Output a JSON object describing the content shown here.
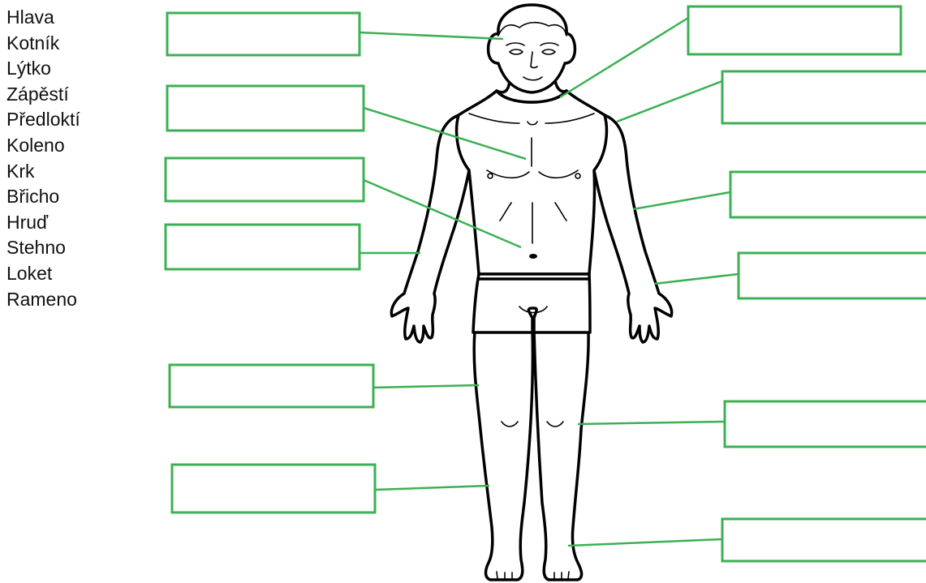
{
  "word_bank": [
    "Hlava",
    "Kotník",
    "Lýtko",
    "Zápěstí",
    "Předloktí",
    "Koleno",
    "Krk",
    "Břicho",
    "Hruď",
    "Stehno",
    "Loket",
    "Rameno"
  ],
  "colors": {
    "box_outline": "#3cb054",
    "leader_line": "#3cb054",
    "body_outline": "#000000",
    "text": "#111111"
  },
  "answer_boxes": [
    {
      "side": "left",
      "points_to": "head",
      "value": ""
    },
    {
      "side": "left",
      "points_to": "chest",
      "value": ""
    },
    {
      "side": "left",
      "points_to": "belly",
      "value": ""
    },
    {
      "side": "left",
      "points_to": "forearm",
      "value": ""
    },
    {
      "side": "left",
      "points_to": "thigh",
      "value": ""
    },
    {
      "side": "left",
      "points_to": "calf",
      "value": ""
    },
    {
      "side": "right",
      "points_to": "neck",
      "value": ""
    },
    {
      "side": "right",
      "points_to": "shoulder",
      "value": ""
    },
    {
      "side": "right",
      "points_to": "elbow",
      "value": ""
    },
    {
      "side": "right",
      "points_to": "wrist",
      "value": ""
    },
    {
      "side": "right",
      "points_to": "knee",
      "value": ""
    },
    {
      "side": "right",
      "points_to": "ankle",
      "value": ""
    }
  ]
}
